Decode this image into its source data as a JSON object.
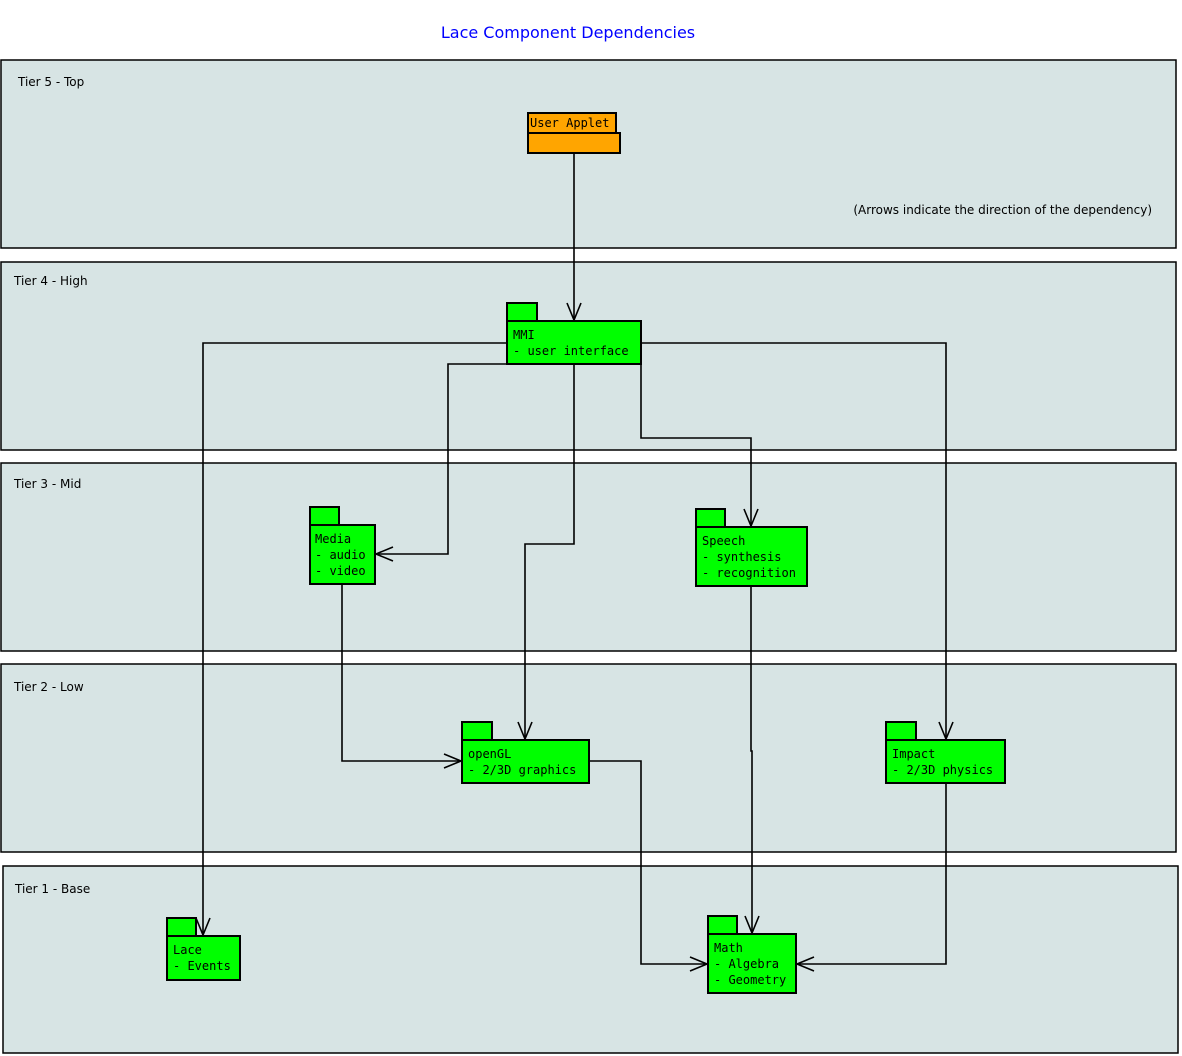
{
  "title": "Lace Component Dependencies",
  "note": "(Arrows indicate the direction of the dependency)",
  "colors": {
    "tier_background": "#d7e4e4",
    "package_green": "#00ff00",
    "package_orange": "#ffa500",
    "title": "#0000ff"
  },
  "tiers": [
    {
      "label": "Tier 5 - Top"
    },
    {
      "label": "Tier 4 - High"
    },
    {
      "label": "Tier 3 - Mid"
    },
    {
      "label": "Tier 2 - Low"
    },
    {
      "label": "Tier 1 - Base"
    }
  ],
  "packages": {
    "user_applet": {
      "name": "User Applet",
      "lines": []
    },
    "mmi": {
      "name": "MMI",
      "lines": [
        "- user interface"
      ]
    },
    "media": {
      "name": "Media",
      "lines": [
        "- audio",
        "- video"
      ]
    },
    "speech": {
      "name": "Speech",
      "lines": [
        "- synthesis",
        "- recognition"
      ]
    },
    "opengl": {
      "name": "openGL",
      "lines": [
        "- 2/3D graphics"
      ]
    },
    "impact": {
      "name": "Impact",
      "lines": [
        "- 2/3D physics"
      ]
    },
    "lace": {
      "name": "Lace",
      "lines": [
        "- Events"
      ]
    },
    "math": {
      "name": "Math",
      "lines": [
        "- Algebra",
        "- Geometry"
      ]
    }
  },
  "dependencies": [
    {
      "from": "User Applet",
      "to": "MMI"
    },
    {
      "from": "MMI",
      "to": "Lace"
    },
    {
      "from": "MMI",
      "to": "Impact"
    },
    {
      "from": "MMI",
      "to": "Media"
    },
    {
      "from": "MMI",
      "to": "openGL"
    },
    {
      "from": "MMI",
      "to": "Speech"
    },
    {
      "from": "Media",
      "to": "openGL"
    },
    {
      "from": "Speech",
      "to": "Math"
    },
    {
      "from": "openGL",
      "to": "Math"
    },
    {
      "from": "Impact",
      "to": "Math"
    }
  ]
}
